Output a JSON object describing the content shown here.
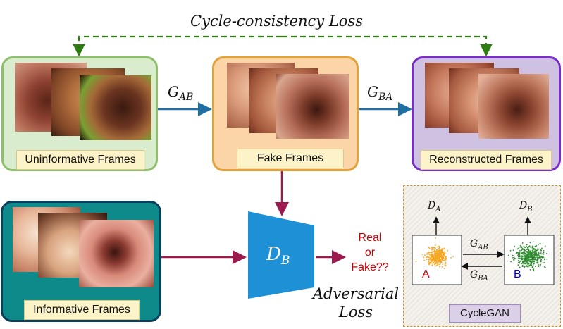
{
  "title": "Cycle-consistency Loss",
  "generator_ab": {
    "base": "G",
    "sub": "AB"
  },
  "generator_ba": {
    "base": "G",
    "sub": "BA"
  },
  "discriminator": {
    "base": "D",
    "sub": "B"
  },
  "panels": {
    "uninformative": {
      "caption": "Uninformative Frames",
      "bg": "#d9ecce",
      "border": "#8fbf6e"
    },
    "fake": {
      "caption": "Fake Frames",
      "bg": "#fbd5a8",
      "border": "#e3a13a"
    },
    "reconstructed": {
      "caption": "Reconstructed Frames",
      "bg": "#cfc1e2",
      "border": "#7a2fc9"
    },
    "informative": {
      "caption": "Informative Frames",
      "bg": "#0f8a8a",
      "border": "#0b3d5c"
    }
  },
  "output": {
    "line1": "Real",
    "line2": "or",
    "line3": "Fake??",
    "color": "#cc0000"
  },
  "adversarial": {
    "line1": "Adversarial",
    "line2": "Loss"
  },
  "cyclegan": {
    "caption": "CycleGAN",
    "domain_a": "A",
    "domain_b": "B",
    "d_a": {
      "base": "D",
      "sub": "A"
    },
    "d_b": {
      "base": "D",
      "sub": "B"
    },
    "g_ab": {
      "base": "G",
      "sub": "AB"
    },
    "g_ba": {
      "base": "G",
      "sub": "BA"
    }
  },
  "colors": {
    "cycle_arrow": "#2e7d12",
    "generator_arrow": "#1f6fa3",
    "adversarial_arrow": "#9b1b4f",
    "discriminator": "#1e90d6",
    "domain_a_points": "#f5a623",
    "domain_b_points": "#2e8b2e"
  }
}
